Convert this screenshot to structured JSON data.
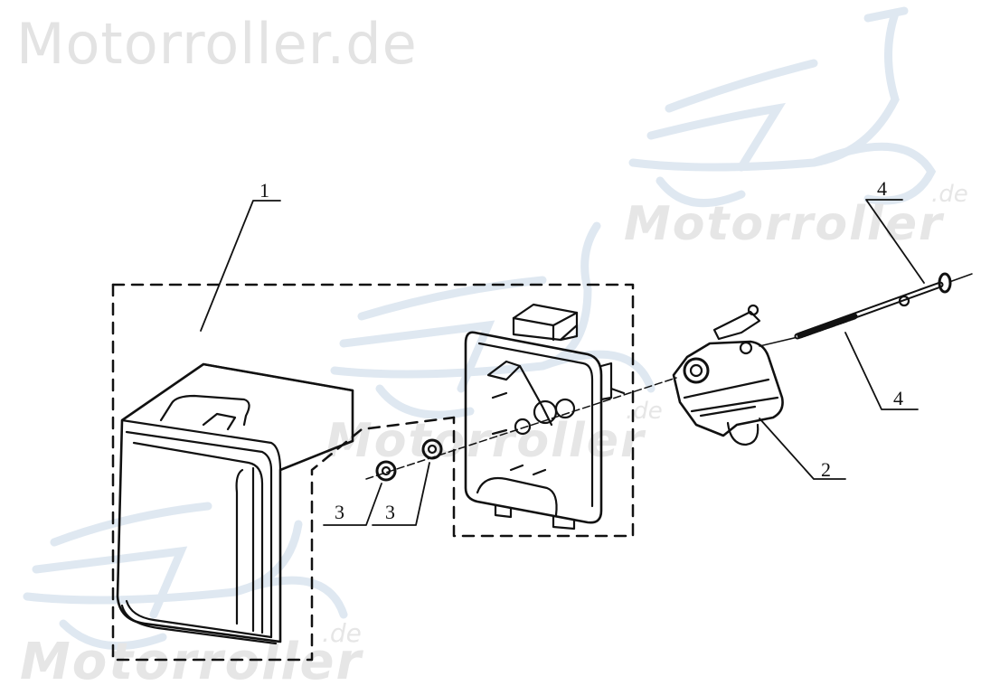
{
  "watermarks": {
    "title": "Motorroller.de",
    "logo_main": "Motorroller",
    "logo_suffix": ".de"
  },
  "diagram": {
    "type": "exploded-parts-view",
    "subject": "Air filter assembly with carburetor",
    "callouts": [
      {
        "id": "c1",
        "label": "1",
        "part": "air filter assembly (dashed group)"
      },
      {
        "id": "c2",
        "label": "2",
        "part": "carburetor"
      },
      {
        "id": "c3a",
        "label": "3",
        "part": "nut"
      },
      {
        "id": "c3b",
        "label": "3",
        "part": "nut"
      },
      {
        "id": "c4a",
        "label": "4",
        "part": "stud bolt"
      },
      {
        "id": "c4b",
        "label": "4",
        "part": "stud bolt"
      }
    ],
    "colors": {
      "line": "#111111",
      "watermark_gray": "#e3e3e3",
      "watermark_blue": "#dfe8f1"
    }
  }
}
